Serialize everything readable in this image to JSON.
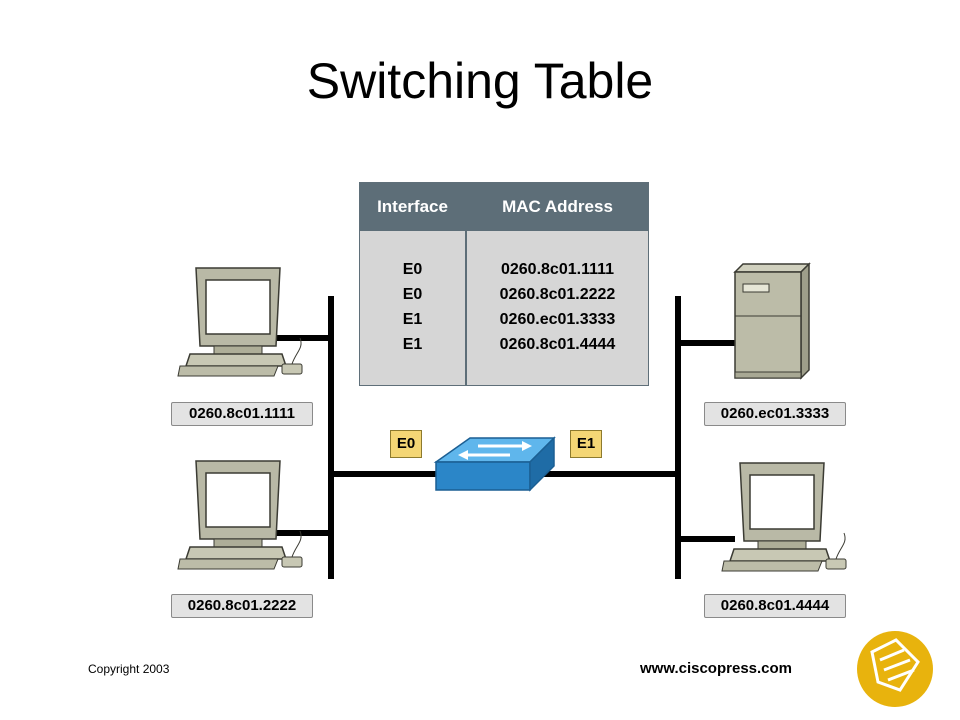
{
  "title": "Switching Table",
  "table": {
    "headers": [
      "Interface",
      "MAC Address"
    ],
    "rows": [
      {
        "interface": "E0",
        "mac": "0260.8c01.1111"
      },
      {
        "interface": "E0",
        "mac": "0260.8c01.2222"
      },
      {
        "interface": "E1",
        "mac": "0260.ec01.3333"
      },
      {
        "interface": "E1",
        "mac": "0260.8c01.4444"
      }
    ]
  },
  "hosts": [
    {
      "type": "workstation",
      "mac": "0260.8c01.1111"
    },
    {
      "type": "workstation",
      "mac": "0260.8c01.2222"
    },
    {
      "type": "server",
      "mac": "0260.ec01.3333"
    },
    {
      "type": "workstation",
      "mac": "0260.8c01.4444"
    }
  ],
  "ports": {
    "left": "E0",
    "right": "E1"
  },
  "footer": {
    "copyright": "Copyright 2003",
    "website": "www.ciscopress.com"
  },
  "colors": {
    "table_header": "#5d6e78",
    "table_body": "#d6d6d6",
    "switch_blue": "#2b86c8",
    "port_label": "#f4d675",
    "logo": "#e8b30d"
  }
}
